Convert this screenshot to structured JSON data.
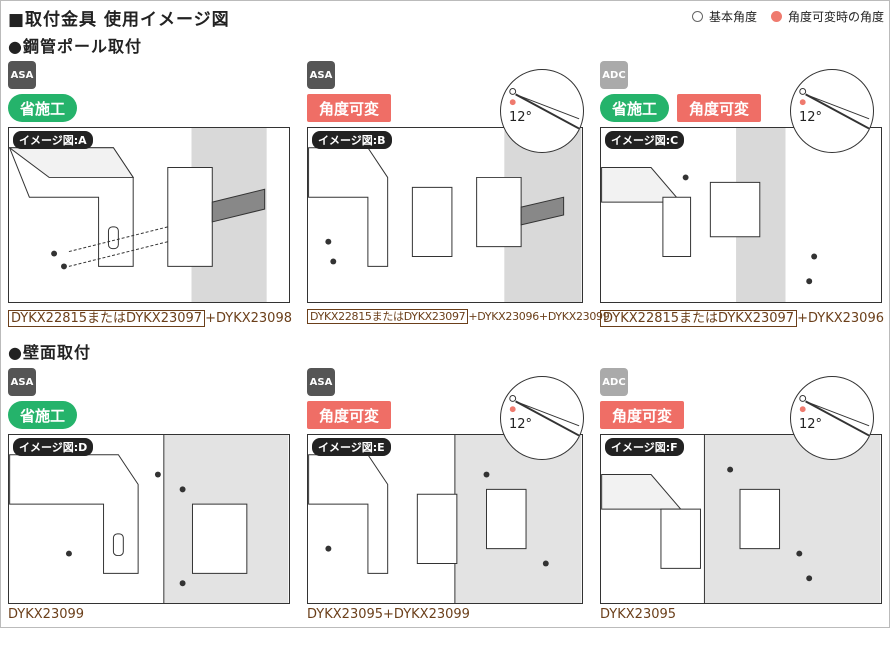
{
  "header": {
    "title": "■取付金具 使用イメージ図"
  },
  "legend": {
    "basic": "基本角度",
    "variable": "角度可変時の角度"
  },
  "sections": {
    "pole": {
      "title": "●鋼管ポール取付"
    },
    "wall": {
      "title": "●壁面取付"
    }
  },
  "cells": {
    "A": {
      "material": "ASA",
      "tag1": "省施工",
      "label": "イメージ図:A",
      "code_box": "DYKX22815またはDYKX23097",
      "code_rest": "+DYKX23098"
    },
    "B": {
      "material": "ASA",
      "tag1": "角度可変",
      "label": "イメージ図:B",
      "angle": "12°",
      "code_box": "DYKX22815またはDYKX23097",
      "code_rest": "+DYKX23096+DYKX23099"
    },
    "C": {
      "material": "ADC",
      "tag1": "省施工",
      "tag2": "角度可変",
      "label": "イメージ図:C",
      "angle": "12°",
      "code_box": "DYKX22815またはDYKX23097",
      "code_rest": "+DYKX23096"
    },
    "D": {
      "material": "ASA",
      "tag1": "省施工",
      "label": "イメージ図:D",
      "code": "DYKX23099"
    },
    "E": {
      "material": "ASA",
      "tag1": "角度可変",
      "label": "イメージ図:E",
      "angle": "12°",
      "code": "DYKX23095+DYKX23099"
    },
    "F": {
      "material": "ADC",
      "tag1": "角度可変",
      "label": "イメージ図:F",
      "angle": "12°",
      "code": "DYKX23095"
    }
  },
  "colors": {
    "green": "#25b36b",
    "red": "#ef6e66",
    "code_brown": "#6b3f1a",
    "pole_gray": "#d9d9d9"
  }
}
